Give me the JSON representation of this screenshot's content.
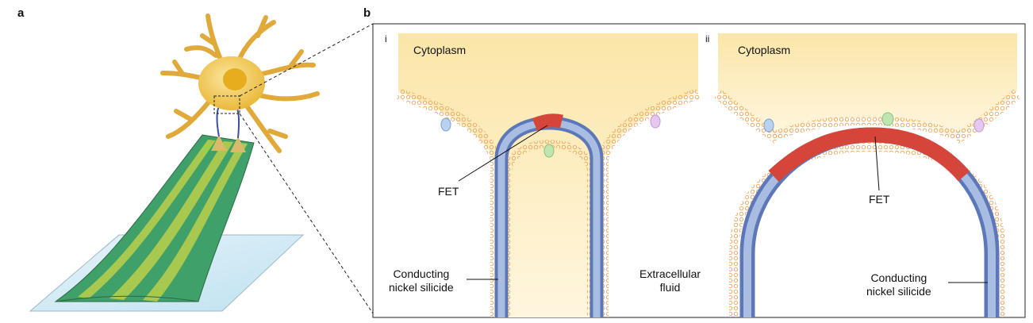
{
  "panel_a": {
    "letter": "a"
  },
  "panel_b": {
    "letter": "b",
    "sub_i": {
      "numeral": "i",
      "cytoplasm": "Cytoplasm",
      "fet": "FET",
      "conducting": [
        "Conducting",
        "nickel silicide"
      ]
    },
    "sub_ii": {
      "numeral": "ii",
      "cytoplasm": "Cytoplasm",
      "extracellular": [
        "Extracellular",
        "fluid"
      ],
      "fet": "FET",
      "conducting": [
        "Conducting",
        "nickel silicide"
      ]
    }
  },
  "colors": {
    "cytoplasm": "#fbe6a8",
    "membrane": "#f2b37c",
    "wire": "#8da7d4",
    "fet": "#d6453a",
    "strip_dark": "#3fa06a",
    "strip_light": "#a9c84f",
    "neuron": "#f1c545"
  }
}
